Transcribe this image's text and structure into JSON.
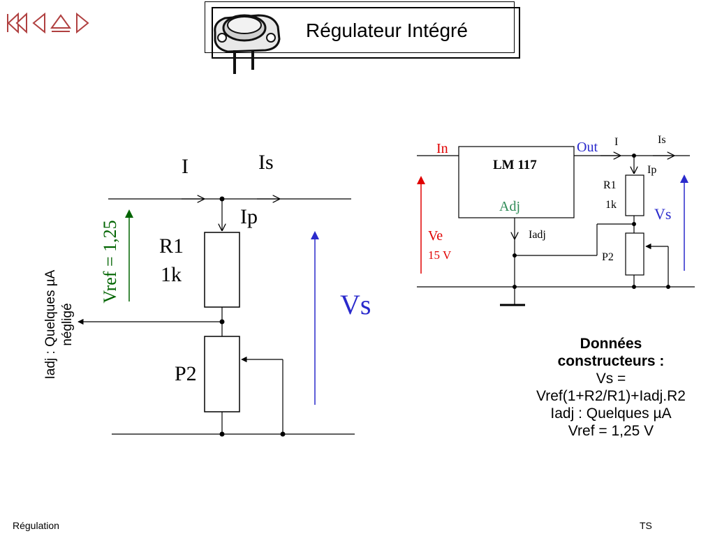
{
  "slide": {
    "title": "Régulateur Intégré",
    "footer_left": "Régulation",
    "footer_right": "TS"
  },
  "nav": {
    "items": [
      {
        "icon": "first-slide-icon"
      },
      {
        "icon": "previous-slide-icon"
      },
      {
        "icon": "home-icon"
      },
      {
        "icon": "next-slide-icon"
      }
    ]
  },
  "left_circuit": {
    "I": "I",
    "Is": "Is",
    "Ip": "Ip",
    "R1": "R1",
    "R1_value": "1k",
    "P2": "P2",
    "Vs": "Vs",
    "Vref": "Vref = 1,25",
    "iadj_line1": "Iadj : Quelques µA",
    "iadj_line2": "négligé"
  },
  "right_circuit": {
    "In": "In",
    "Out": "Out",
    "chip": "LM 117",
    "Adj": "Adj",
    "I": "I",
    "Is": "Is",
    "Ip": "Ip",
    "R1": "R1",
    "R1_value": "1k",
    "Vs": "Vs",
    "Iadj": "Iadj",
    "P2": "P2",
    "Ve": "Ve",
    "Ve_value": "15 V"
  },
  "specs": {
    "heading_line1": "Données",
    "heading_line2": "constructeurs :",
    "line1": "Vs =",
    "line2": "Vref(1+R2/R1)+Iadj.R2",
    "line3": "Iadj : Quelques µA",
    "line4": "Vref = 1,25 V"
  },
  "colors": {
    "red": "#e00000",
    "blue": "#2a2acc",
    "green": "#006400",
    "teal": "#2e8b57"
  }
}
